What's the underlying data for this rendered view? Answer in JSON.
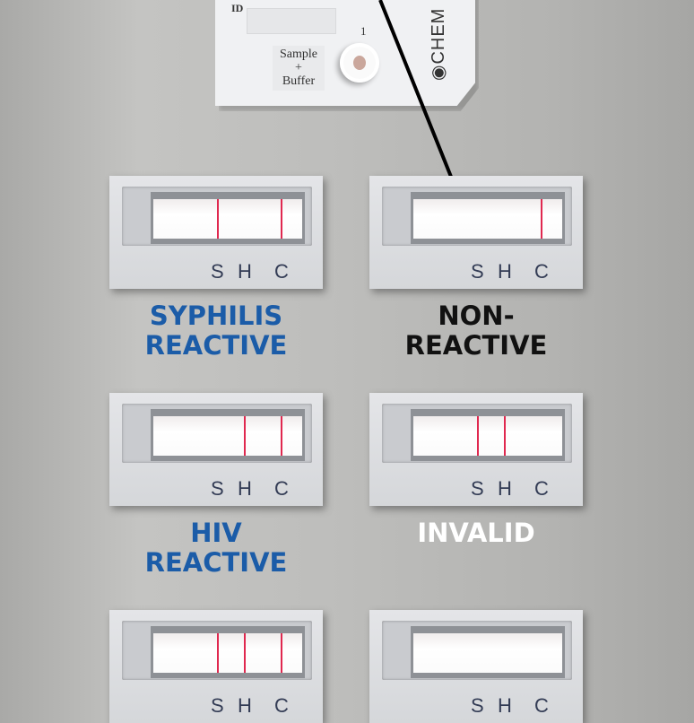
{
  "device": {
    "id_label": "ID",
    "well_number": "1",
    "sample_line1": "Sample",
    "sample_line2": "+",
    "sample_line3": "Buffer",
    "logo_text": "CHEM"
  },
  "colors": {
    "reactive": "#1b5ca8",
    "non_reactive": "#111111",
    "invalid": "#ffffff",
    "test_line": "#e0284f"
  },
  "line_labels": [
    "S",
    "H",
    "C"
  ],
  "cassettes": [
    {
      "caption_line1": "SYPHILIS",
      "caption_line2": "REACTIVE",
      "color": "reactive",
      "lines": {
        "S": true,
        "H": false,
        "C": true
      }
    },
    {
      "caption_line1": "NON-",
      "caption_line2": "REACTIVE",
      "color": "non_reactive",
      "lines": {
        "S": false,
        "H": false,
        "C": true
      }
    },
    {
      "caption_line1": "HIV",
      "caption_line2": "REACTIVE",
      "color": "reactive",
      "lines": {
        "S": false,
        "H": true,
        "C": true
      }
    },
    {
      "caption_line1": "INVALID",
      "caption_line2": "",
      "color": "invalid",
      "lines": {
        "S": true,
        "H": true,
        "C": false
      }
    },
    {
      "caption_line1": "",
      "caption_line2": "",
      "color": "reactive",
      "lines": {
        "S": true,
        "H": true,
        "C": true
      }
    },
    {
      "caption_line1": "",
      "caption_line2": "",
      "color": "reactive",
      "lines": {
        "S": false,
        "H": false,
        "C": false
      }
    }
  ]
}
